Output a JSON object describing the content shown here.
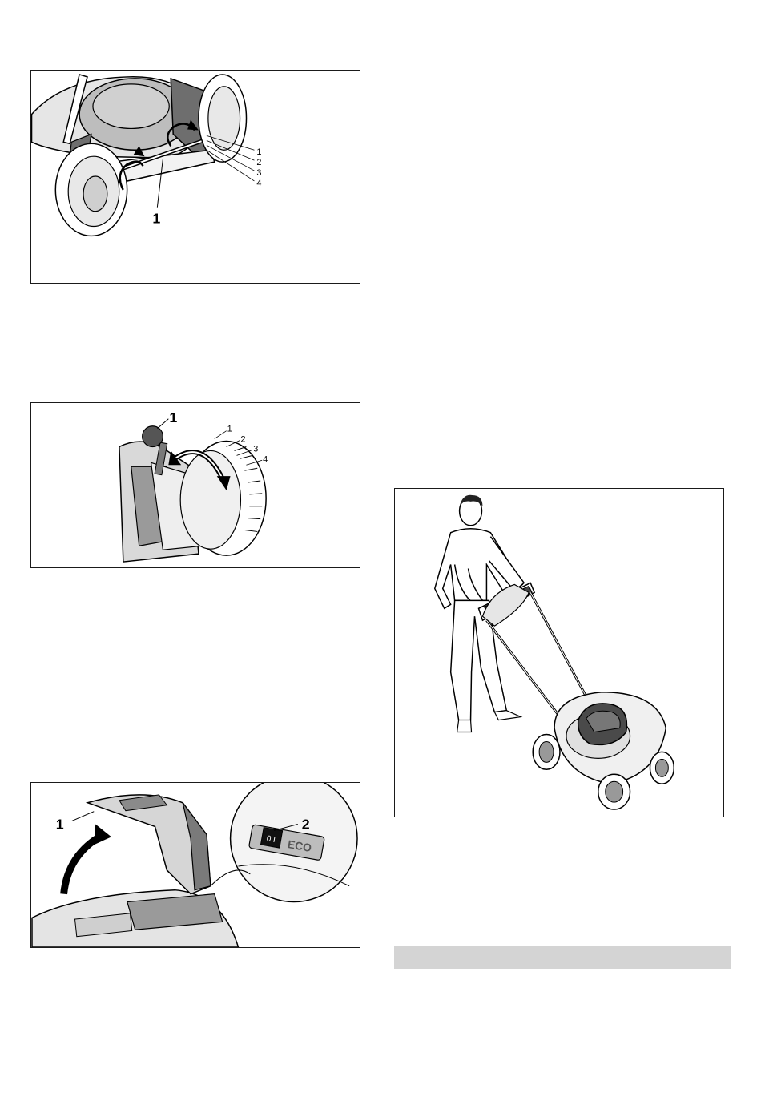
{
  "figures": [
    {
      "id": "fig1",
      "subject": "mower-rear-height-adjust",
      "callouts": [
        "1",
        "1",
        "2",
        "3",
        "4"
      ]
    },
    {
      "id": "fig2",
      "subject": "wheel-height-lever",
      "callouts": [
        "1",
        "1",
        "2",
        "3",
        "4"
      ]
    },
    {
      "id": "fig3",
      "subject": "battery-compartment-switch",
      "callouts": [
        "1",
        "2"
      ],
      "switch_text": "0 I",
      "eco_text": "ECO"
    },
    {
      "id": "fig4",
      "subject": "operator-pushing-mower"
    }
  ],
  "colors": {
    "border": "#1a1a1a",
    "grey_bar": "#d4d4d4"
  }
}
